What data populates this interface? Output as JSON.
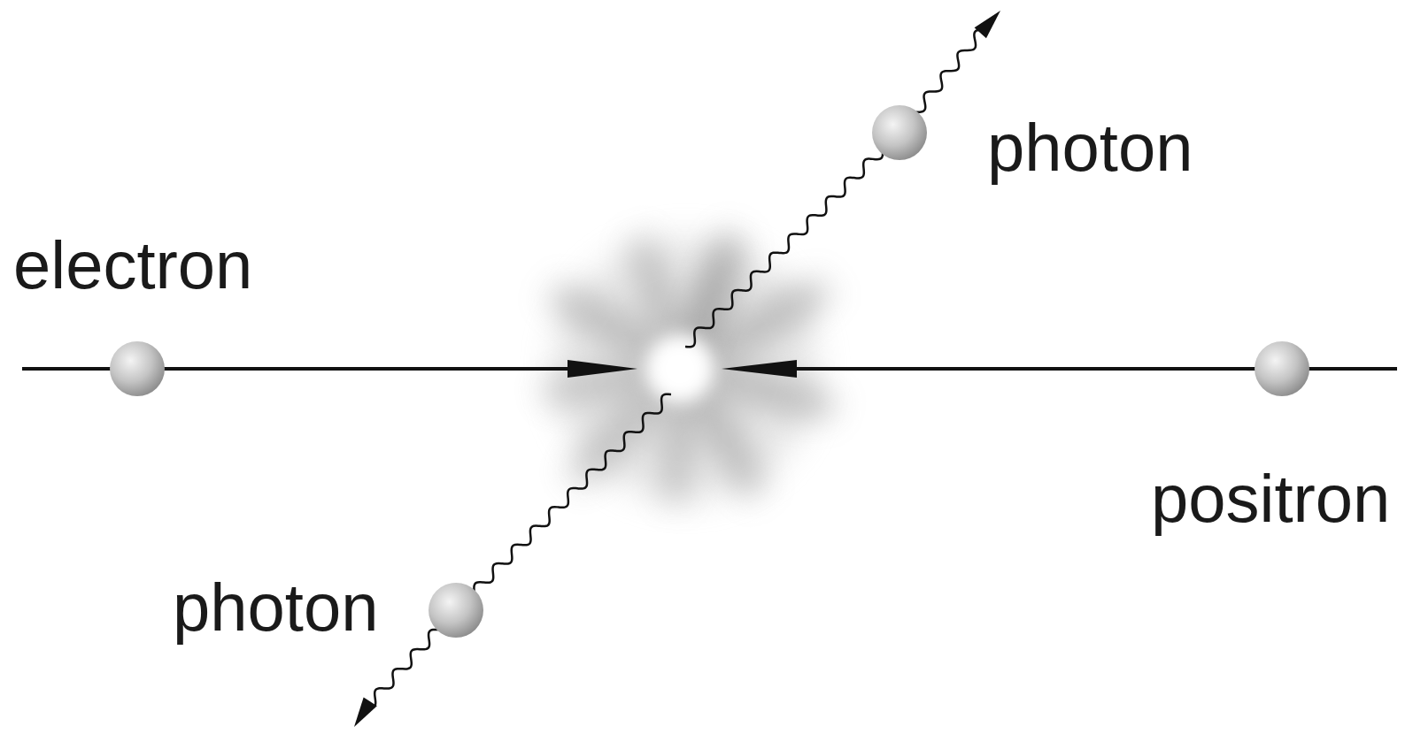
{
  "diagram": {
    "labels": [
      "photon",
      "electron",
      "positron",
      "photon"
    ]
  }
}
